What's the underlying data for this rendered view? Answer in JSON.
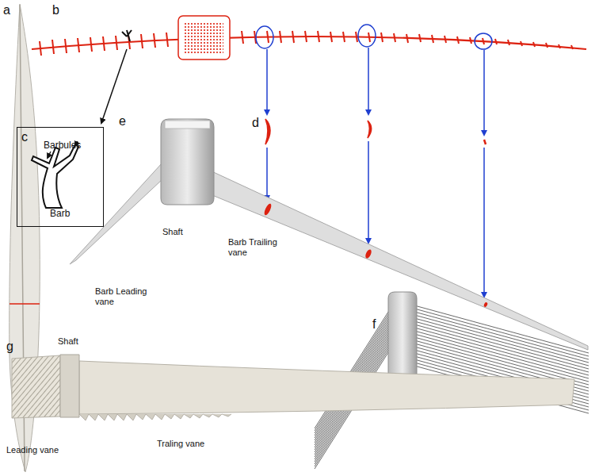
{
  "diagram": {
    "nodes": [
      {
        "text": [
          "c",
          "Barbules",
          "Barb"
        ]
      }
    ],
    "labels": [
      "a",
      "b",
      "d",
      "e",
      "Shaft",
      "Barb Leading vane",
      "Barb Trailing vane",
      "f",
      "g",
      "Shaft",
      "Leading vane",
      "Traling vane"
    ]
  }
}
